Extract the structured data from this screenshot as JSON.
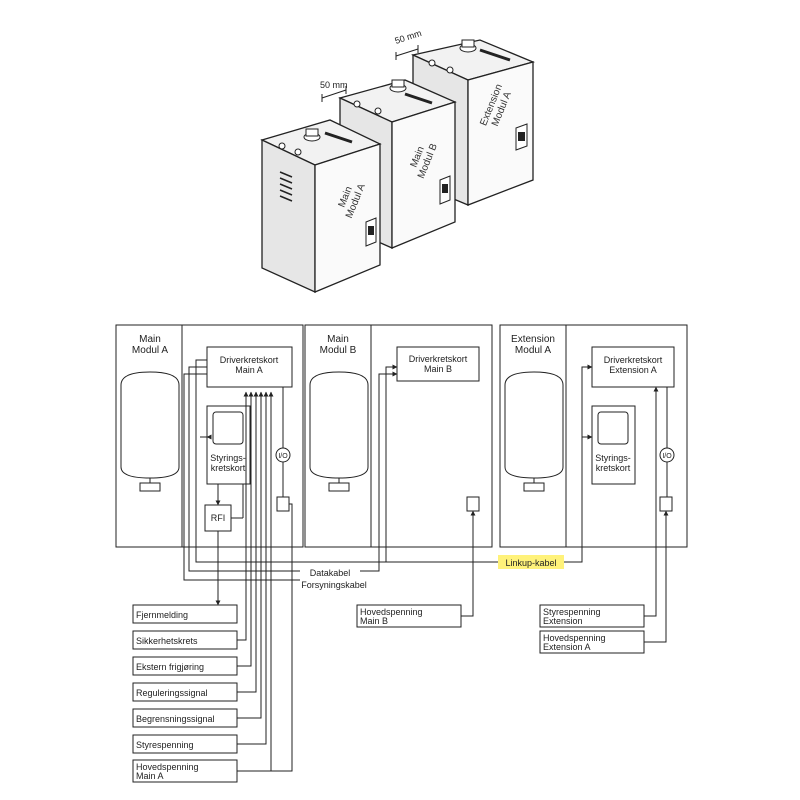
{
  "iso": {
    "dim_left": "50 mm",
    "dim_right": "50 mm",
    "module_a_line1": "Main",
    "module_a_line2": "Modul A",
    "module_b_line1": "Main",
    "module_b_line2": "Modul B",
    "ext_line1": "Extension",
    "ext_line2": "Modul A"
  },
  "schematic": {
    "modules": [
      {
        "title1": "Main",
        "title2": "Modul A",
        "driver1": "Driverkretskort",
        "driver2": "Main A"
      },
      {
        "title1": "Main",
        "title2": "Modul B",
        "driver1": "Driverkretskort",
        "driver2": "Main B"
      },
      {
        "title1": "Extension",
        "title2": "Modul A",
        "driver1": "Driverkretskort",
        "driver2": "Extension A"
      }
    ],
    "styring1": "Styrings-",
    "styring2": "kretskort",
    "rfi": "RFI",
    "io": "I/O",
    "datakabel": "Datakabel",
    "forsyningskabel": "Forsyningskabel",
    "linkup": "Linkup-kabel",
    "linkup_highlight": "#fff27a",
    "left_labels": [
      [
        "Fjernmelding"
      ],
      [
        "Sikkerhetskrets"
      ],
      [
        "Ekstern frigjøring"
      ],
      [
        "Reguleringssignal"
      ],
      [
        "Begrensningssignal"
      ],
      [
        "Styrespenning"
      ],
      [
        "Hovedspenning",
        "Main A"
      ]
    ],
    "mid_label": [
      "Hovedspenning",
      "Main B"
    ],
    "right_labels": [
      [
        "Styrespenning",
        "Extension"
      ],
      [
        "Hovedspenning",
        "Extension A"
      ]
    ]
  }
}
